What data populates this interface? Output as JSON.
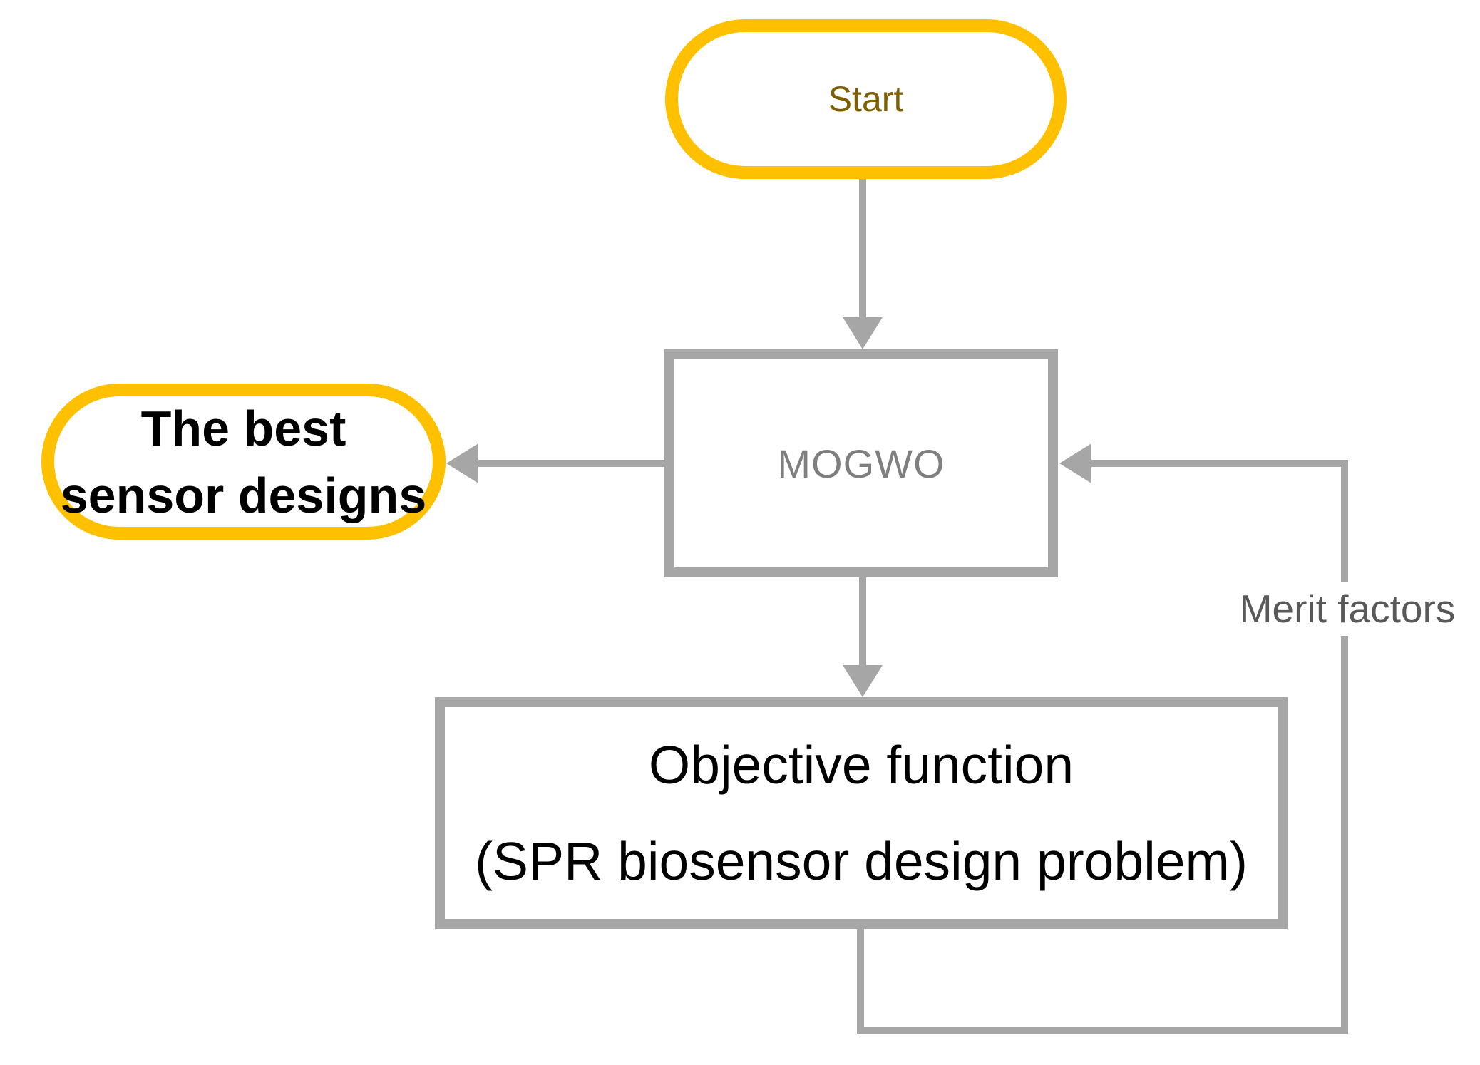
{
  "diagram": {
    "type": "flowchart",
    "nodes": {
      "start": {
        "shape": "stadium",
        "label": "Start"
      },
      "mogwo": {
        "shape": "rectangle",
        "label": "MOGWO"
      },
      "objective": {
        "shape": "rectangle",
        "lines": [
          "Objective function",
          "(SPR biosensor design problem)"
        ]
      },
      "best": {
        "shape": "stadium",
        "lines": [
          "The best",
          "sensor designs"
        ]
      }
    },
    "edges": {
      "start_to_mogwo": {
        "from": "start",
        "to": "mogwo",
        "style": "arrow"
      },
      "mogwo_to_objective": {
        "from": "mogwo",
        "to": "objective",
        "style": "arrow"
      },
      "mogwo_to_best": {
        "from": "mogwo",
        "to": "best",
        "style": "arrow"
      },
      "objective_to_mogwo": {
        "from": "objective",
        "to": "mogwo",
        "style": "arrow",
        "label": "Merit factors"
      }
    },
    "colors": {
      "accent": "#FFC000",
      "line": "#A6A6A6",
      "start_text": "#7F6000",
      "mogwo_text": "#7F7F7F",
      "merit_text": "#595959",
      "body_text": "#000000"
    }
  }
}
